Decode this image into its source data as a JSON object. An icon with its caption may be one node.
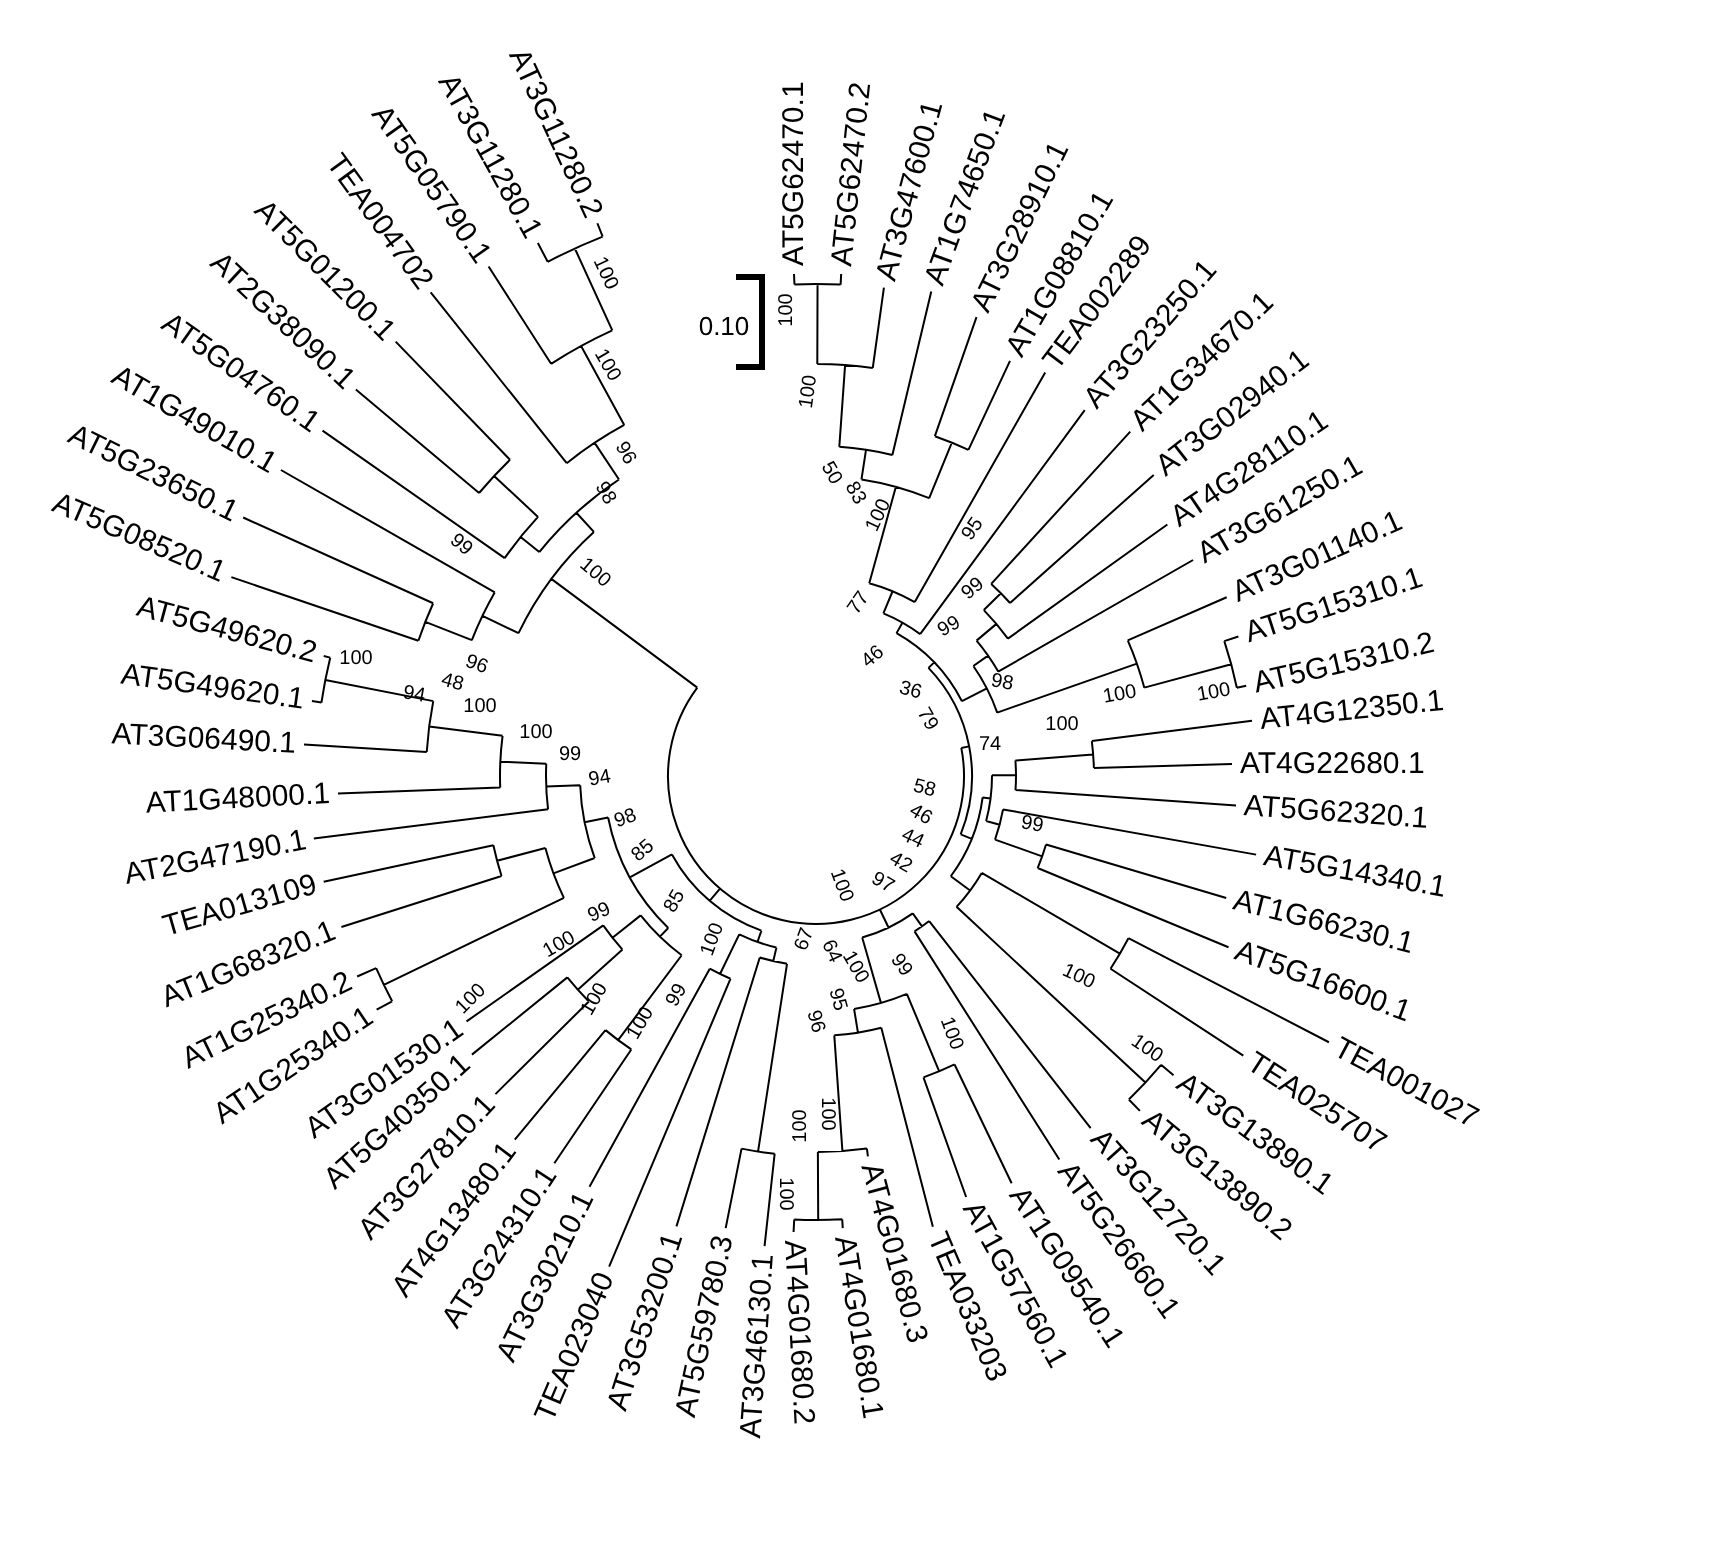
{
  "diagram": {
    "labels": [
      "0.10",
      "AT1G48000.1",
      "AT3G06490.1",
      "AT5G49620.1",
      "AT5G49620.2",
      "AT5G08520.1",
      "AT5G23650.1",
      "AT1G49010.1",
      "AT5G04760.1",
      "AT2G38090.1",
      "AT5G01200.1",
      "TEA004702",
      "AT5G05790.1",
      "AT3G11280.1",
      "AT3G11280.2",
      "AT5G62470.1",
      "AT5G62470.2",
      "AT3G47600.1",
      "AT1G74650.1",
      "AT3G28910.1",
      "AT1G08810.1",
      "TEA002289",
      "AT3G23250.1",
      "AT1G34670.1",
      "AT3G02940.1",
      "AT4G28110.1",
      "AT3G61250.1",
      "AT3G01140.1",
      "AT5G15310.1",
      "AT5G15310.2",
      "AT4G12350.1",
      "AT4G22680.1",
      "AT2G47190.1",
      "TEA013109",
      "AT1G68320.1",
      "AT1G25340.2",
      "AT1G25340.1",
      "AT3G01530.1",
      "AT5G40350.1",
      "AT3G27810.1",
      "AT4G13480.1",
      "AT3G24310.1",
      "AT3G30210.1",
      "TEA023040",
      "AT3G53200.1",
      "AT5G59780.3",
      "AT3G46130.1",
      "AT4G01680.2",
      "AT4G01680.1",
      "AT4G01680.3",
      "TEA033203",
      "AT1G57560.1",
      "AT1G09540.1",
      "AT5G26660.1",
      "AT3G12720.1",
      "AT3G13890.2",
      "AT3G13890.1",
      "TEA025707",
      "TEA001027",
      "AT5G16600.1",
      "AT1G66230.1",
      "AT5G14340.1",
      "AT5G62320.1",
      "100",
      "100",
      "50",
      "83",
      "100",
      "95",
      "77",
      "99",
      "46",
      "99",
      "36",
      "79",
      "98",
      "100",
      "100",
      "100",
      "74",
      "58",
      "46",
      "44",
      "42",
      "97",
      "99",
      "100",
      "100",
      "99",
      "67",
      "64",
      "100",
      "95",
      "96",
      "100",
      "100",
      "100",
      "100",
      "100",
      "85",
      "85",
      "98",
      "94",
      "99",
      "100",
      "99",
      "100",
      "100",
      "100",
      "100",
      "99",
      "100",
      "100",
      "100",
      "96",
      "98",
      "99",
      "100",
      "100",
      "96",
      "94",
      "48",
      "100"
    ]
  }
}
